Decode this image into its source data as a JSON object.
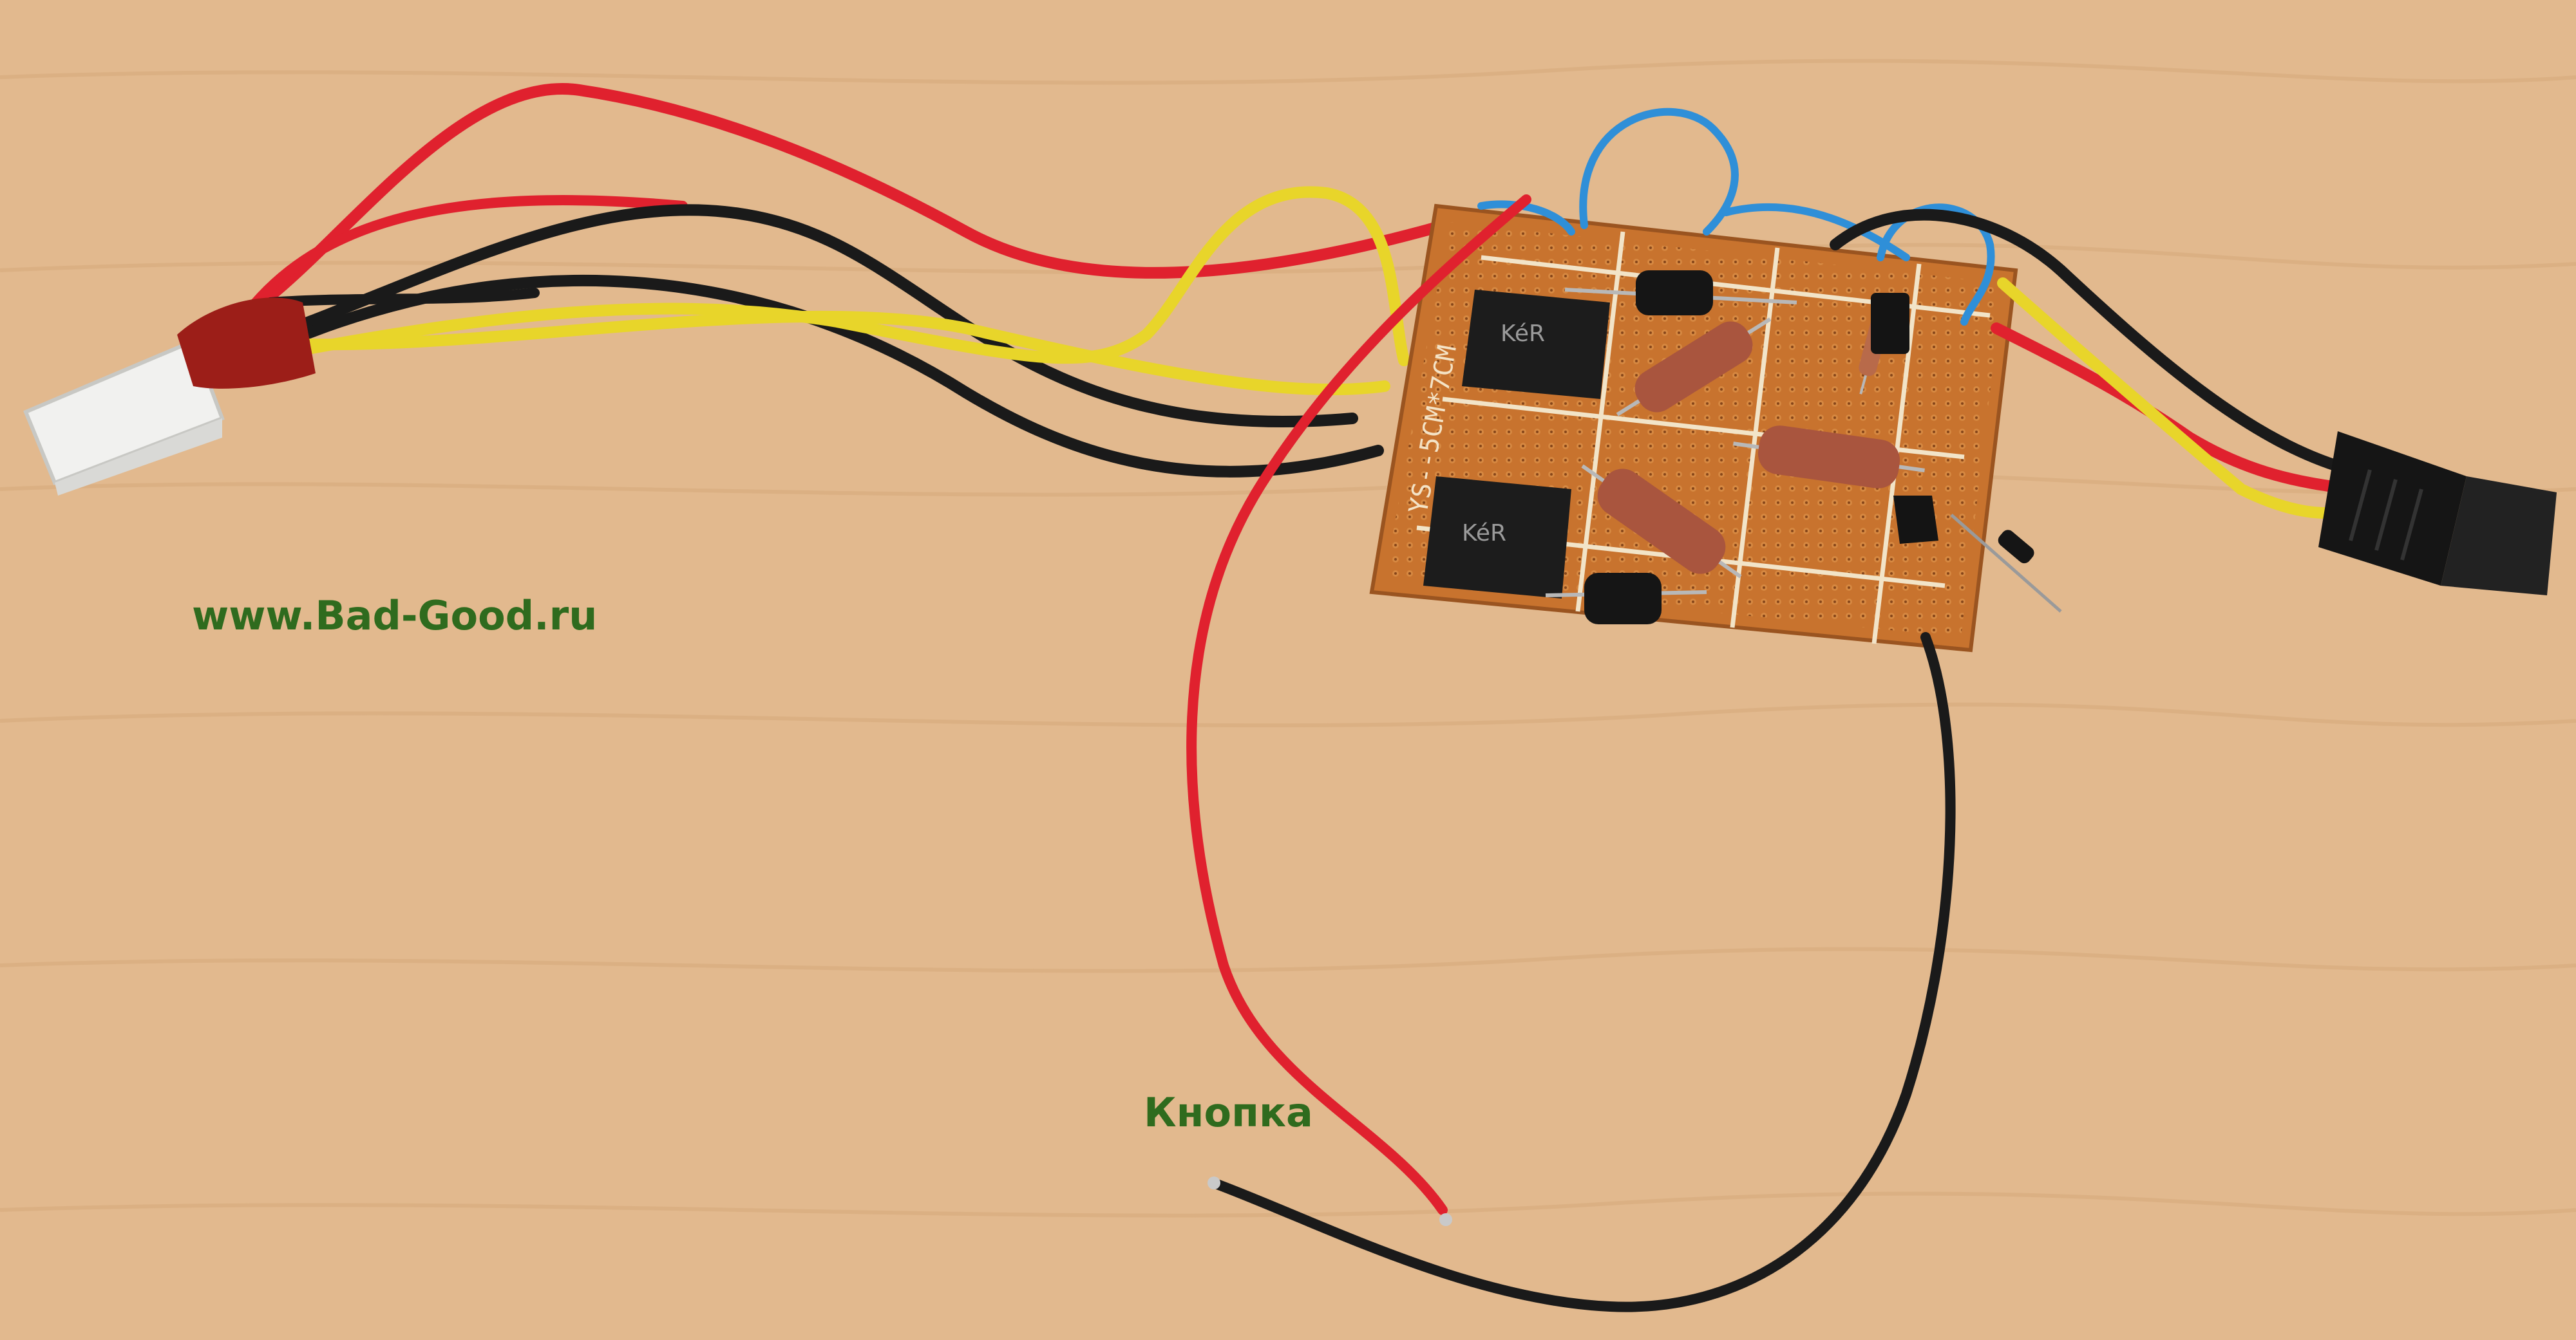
{
  "captions": {
    "website": "www.Bad-Good.ru",
    "button": "Кнопка"
  },
  "board": {
    "silkscreen": "YS--5CM*7CM",
    "relay_marking": "KéR"
  },
  "colors": {
    "background": "#e2b98e",
    "wood_grain": "#cfa170",
    "caption_text": "#2f6b1e",
    "pcb": "#c8732e",
    "pcb_trace": "#f2e4c8",
    "wire_red": "#e0212e",
    "wire_black": "#1a1a1a",
    "wire_yellow": "#e8d52a",
    "wire_blue": "#2f8fd8",
    "relay": "#1c1c1c",
    "resistor": "#a9553e",
    "connector_white": "#f1f1ef",
    "connector_black": "#151515",
    "heatshrink": "#9c1e18"
  }
}
